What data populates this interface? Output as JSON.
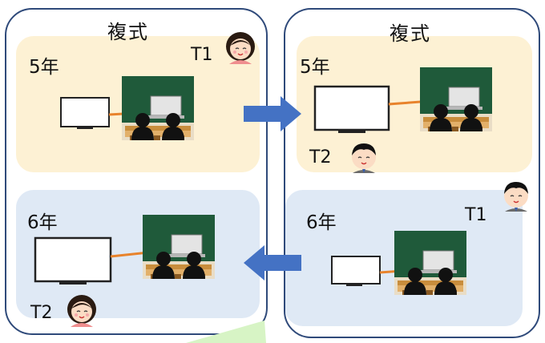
{
  "left_panel": {
    "title": "複式",
    "top_grade": "5年",
    "bottom_grade": "6年",
    "teacher_top": "T1",
    "teacher_bottom": "T2"
  },
  "right_panel": {
    "title": "複式",
    "top_grade": "5年",
    "bottom_grade": "6年",
    "teacher_top": "T2",
    "teacher_bottom": "T1"
  },
  "colors": {
    "border": "#2f4a7a",
    "band_5": "#fdf1d4",
    "band_6": "#dfe9f5",
    "arrow": "#4472c4",
    "blackboard": "#1f5a3a",
    "desk": "#c88d3c",
    "cable": "#e8832c"
  },
  "icons": [
    "teacher-female-icon",
    "teacher-male-icon",
    "monitor-icon",
    "laptop-icon",
    "student-icon",
    "arrow-right-icon",
    "arrow-left-icon"
  ]
}
